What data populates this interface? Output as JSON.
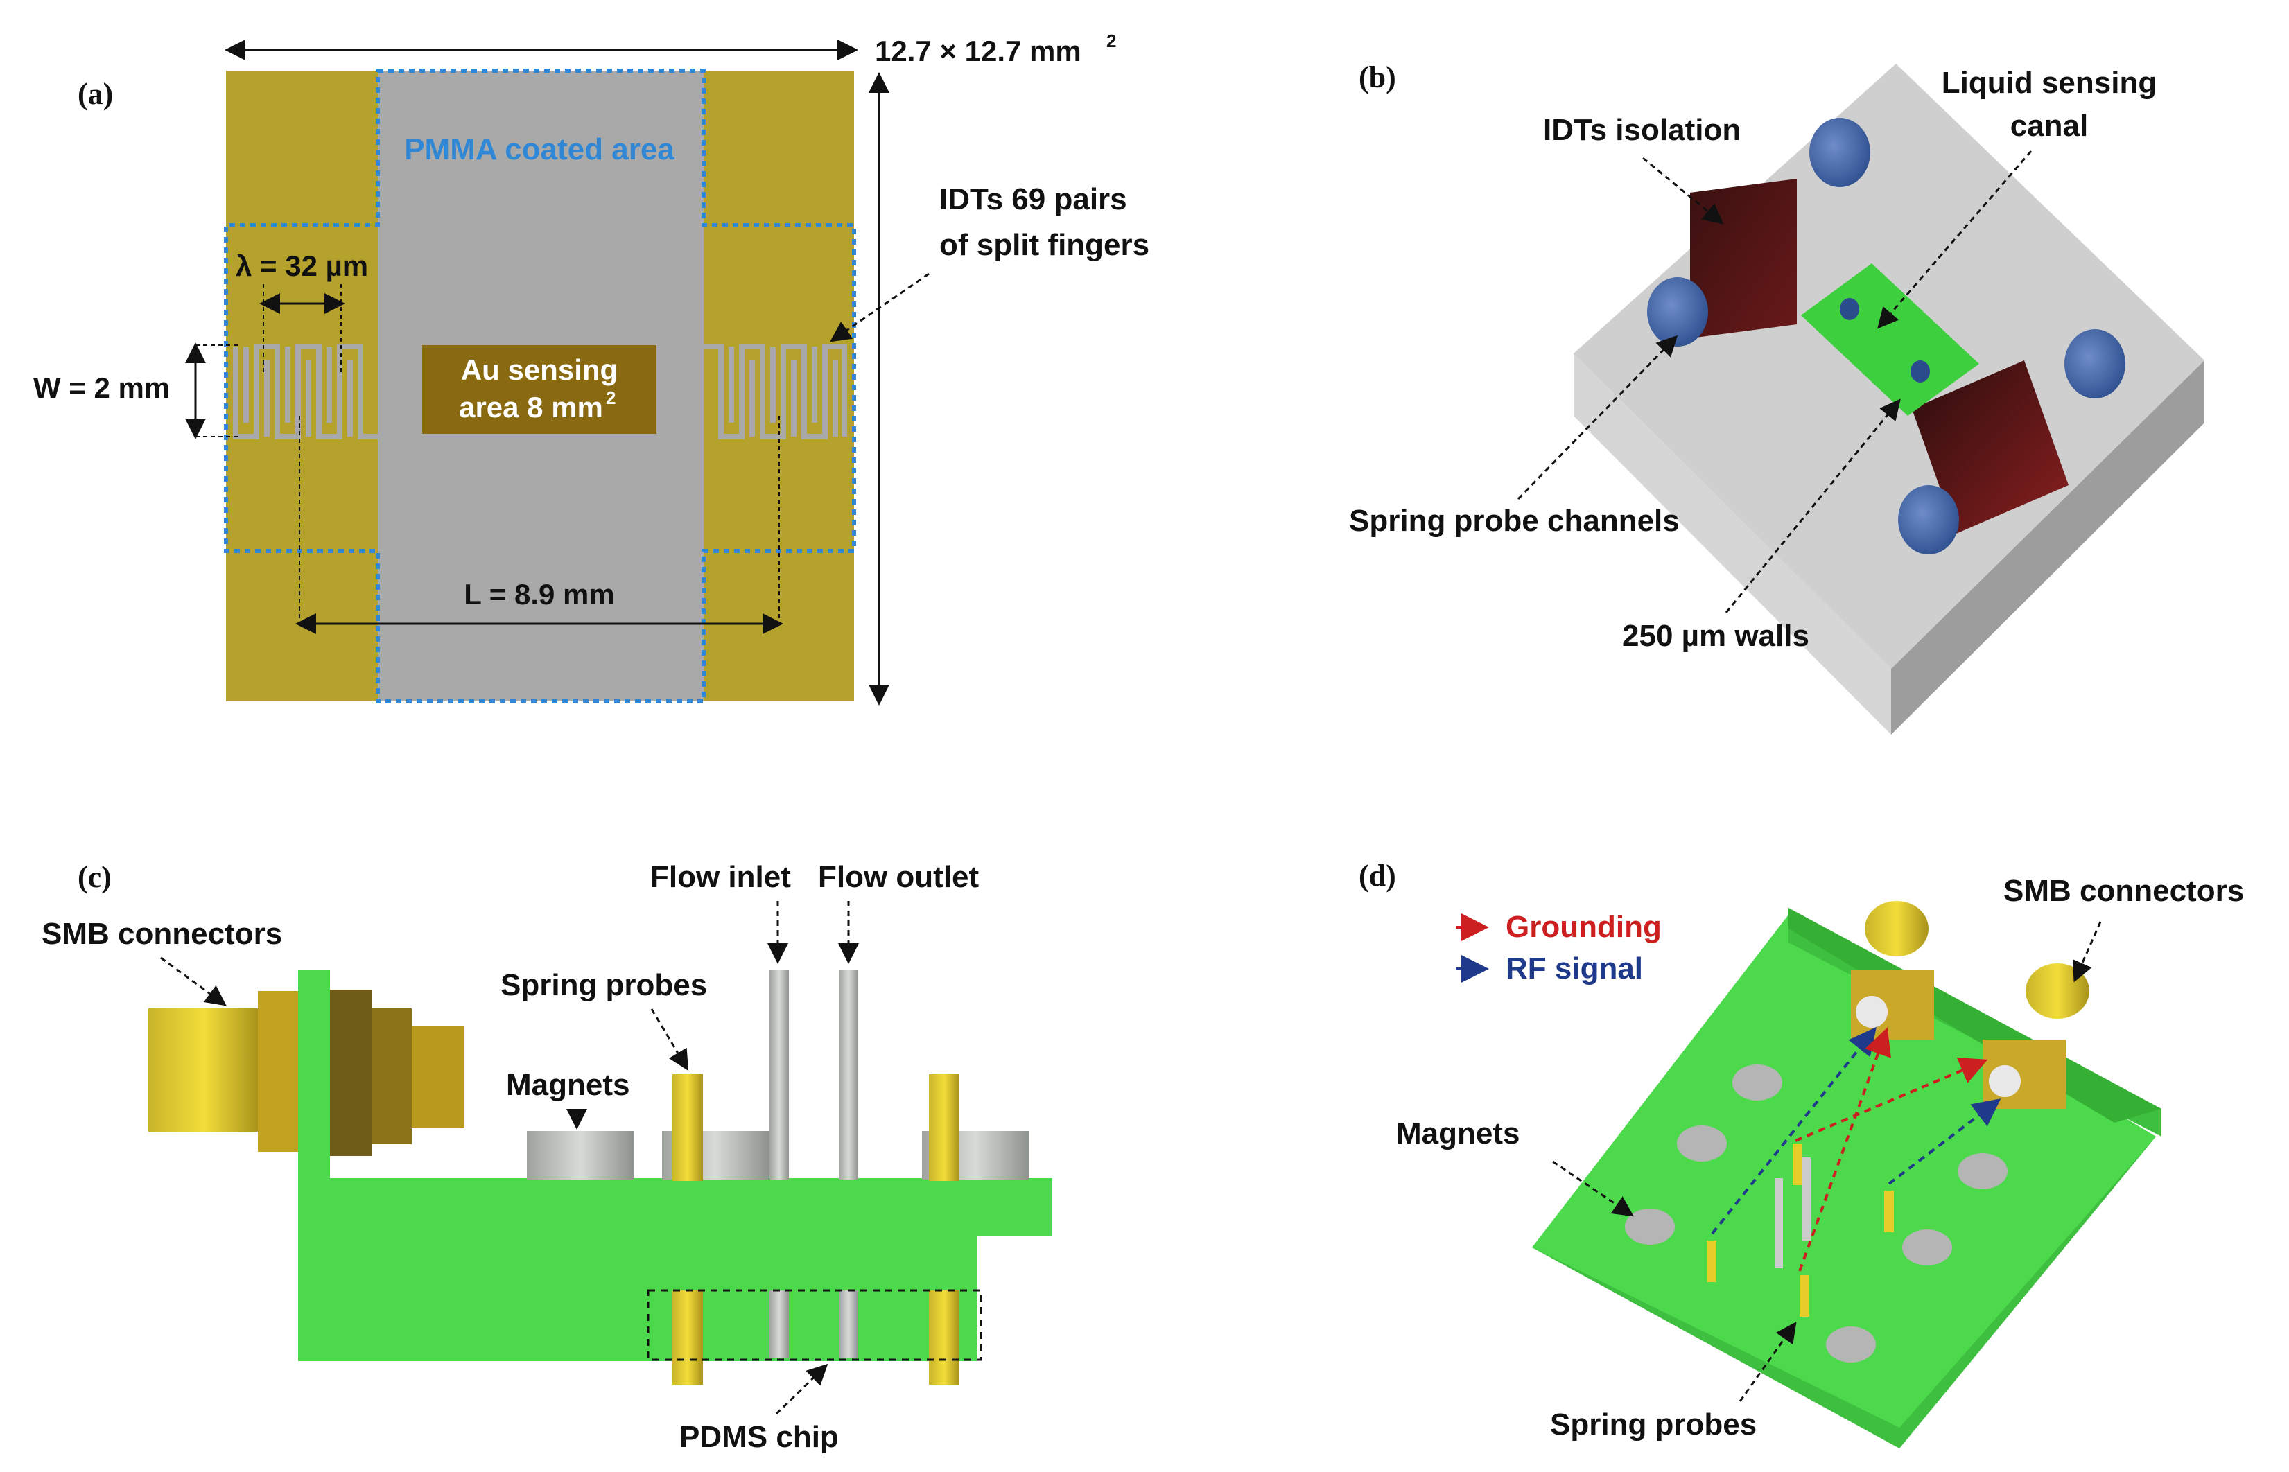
{
  "panel_a": {
    "tag": "(a)",
    "dimension": "12.7 × 12.7 mm",
    "dimension_sup": "2",
    "pmma": "PMMA coated area",
    "idts_line1": "IDTs 69 pairs",
    "idts_line2": "of split fingers",
    "lambda": "λ = 32 µm",
    "width": "W = 2 mm",
    "au_line1": "Au sensing",
    "au_line2": "area 8 mm",
    "au_sup": "2",
    "length": "L = 8.9 mm"
  },
  "panel_b": {
    "tag": "(b)",
    "idt_isolation": "IDTs isolation",
    "liquid_line1": "Liquid sensing",
    "liquid_line2": "canal",
    "spring_channels": "Spring probe channels",
    "walls": "250 µm walls"
  },
  "panel_c": {
    "tag": "(c)",
    "smb": "SMB connectors",
    "flow_inlet": "Flow inlet",
    "flow_outlet": "Flow outlet",
    "spring_probes": "Spring probes",
    "magnets": "Magnets",
    "pdms": "PDMS chip"
  },
  "panel_d": {
    "tag": "(d)",
    "grounding": "Grounding",
    "rf_signal": "RF signal",
    "smb": "SMB connectors",
    "magnets": "Magnets",
    "spring_probes": "Spring probes"
  },
  "colors": {
    "gold": "#b5a22c",
    "substrate": "#a8a8a8",
    "pmma_border": "#2f87d6",
    "pcb_green": "#4cd94c",
    "grounding": "#cc1f1f",
    "rf_signal": "#1f3a8a"
  }
}
